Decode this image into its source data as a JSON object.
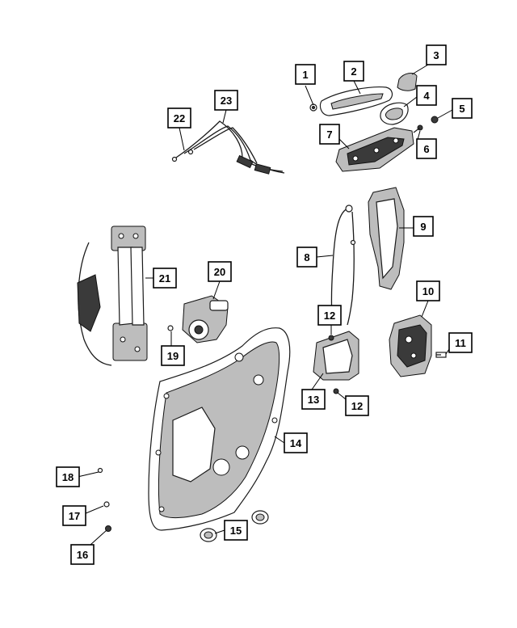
{
  "callouts": [
    {
      "label": "1"
    },
    {
      "label": "2"
    },
    {
      "label": "3"
    },
    {
      "label": "4"
    },
    {
      "label": "5"
    },
    {
      "label": "6"
    },
    {
      "label": "7"
    },
    {
      "label": "8"
    },
    {
      "label": "9"
    },
    {
      "label": "10"
    },
    {
      "label": "11"
    },
    {
      "label": "12"
    },
    {
      "label": "12"
    },
    {
      "label": "13"
    },
    {
      "label": "14"
    },
    {
      "label": "15"
    },
    {
      "label": "16"
    },
    {
      "label": "17"
    },
    {
      "label": "18"
    },
    {
      "label": "19"
    },
    {
      "label": "20"
    },
    {
      "label": "21"
    },
    {
      "label": "22"
    },
    {
      "label": "23"
    }
  ],
  "colors": {
    "ink": "#000000",
    "shade_dark": "#3a3a3a",
    "shade_mid": "#bdbdbd",
    "background": "#ffffff"
  }
}
